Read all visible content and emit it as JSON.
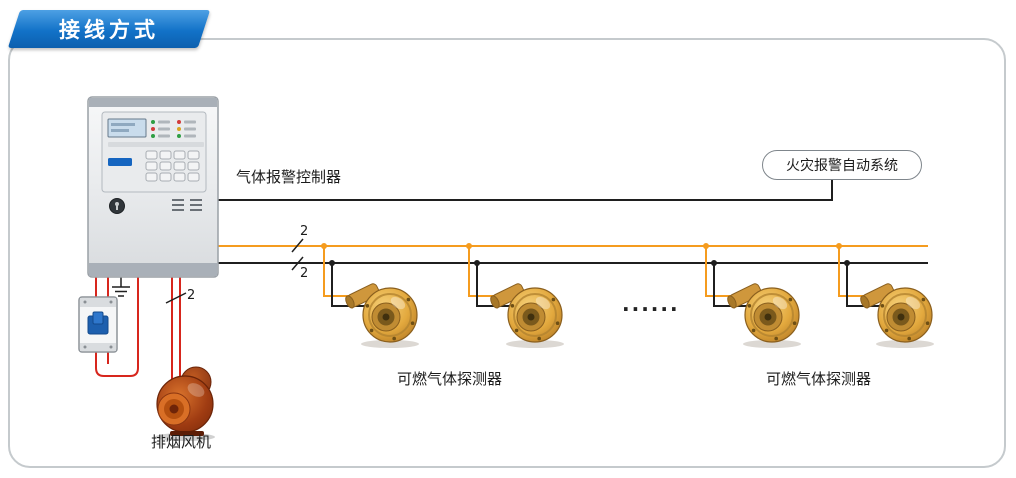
{
  "banner": {
    "title": "接线方式"
  },
  "controller": {
    "label": "气体报警控制器"
  },
  "fire_alarm_system": {
    "label": "火灾报警自动系统"
  },
  "detectors": {
    "label_left": "可燃气体探测器",
    "label_right": "可燃气体探测器",
    "ellipsis": "......"
  },
  "fan": {
    "label": "排烟风机"
  },
  "wire_counts": {
    "bus_top": "2",
    "bus_bottom": "2",
    "fan_pair": "2"
  },
  "colors": {
    "banner_blue": "#1272c8",
    "wire_orange": "#f59c1f",
    "wire_black": "#1f1f1f",
    "wire_red": "#d7261d",
    "detector_body": "#e3a93e",
    "fan_body": "#a03c12"
  }
}
